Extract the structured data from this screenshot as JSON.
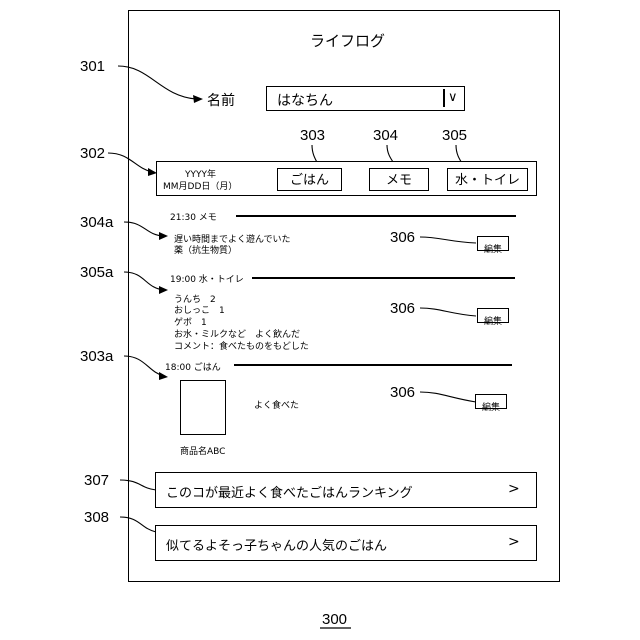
{
  "figure_number": "300",
  "refs": {
    "r301": "301",
    "r302": "302",
    "r303": "303",
    "r304": "304",
    "r305": "305",
    "r304a": "304a",
    "r305a": "305a",
    "r303a": "303a",
    "r306_1": "306",
    "r306_2": "306",
    "r306_3": "306",
    "r307": "307",
    "r308": "308"
  },
  "screen": {
    "title": "ライフログ",
    "name_label": "名前",
    "name_select": {
      "value": "はなちん",
      "chevron": "∨"
    },
    "date": {
      "line1": "YYYY年",
      "line2": "MM月DD日（月）"
    },
    "buttons": {
      "meal": "ごはん",
      "memo": "メモ",
      "water_toilet": "水・トイレ"
    },
    "entries": [
      {
        "header": "21:30 メモ",
        "lines": [
          "遅い時間までよく遊んでいた",
          "薬（抗生物質）"
        ],
        "edit": "編集"
      },
      {
        "header": "19:00 水・トイレ",
        "lines": [
          "うんち　2",
          "おしっこ　1",
          "ゲボ　1",
          "お水・ミルクなど　よく飲んだ",
          "コメント：食べたものをもどした"
        ],
        "edit": "編集"
      },
      {
        "header": "18:00 ごはん",
        "comment": "よく食べた",
        "product_name": "商品名ABC",
        "edit": "編集"
      }
    ],
    "link_ranking": {
      "label": "このコが最近よく食べたごはんランキング",
      "arrow": ">"
    },
    "link_similar": {
      "label": "似てるよそっ子ちゃんの人気のごはん",
      "arrow": ">"
    }
  }
}
